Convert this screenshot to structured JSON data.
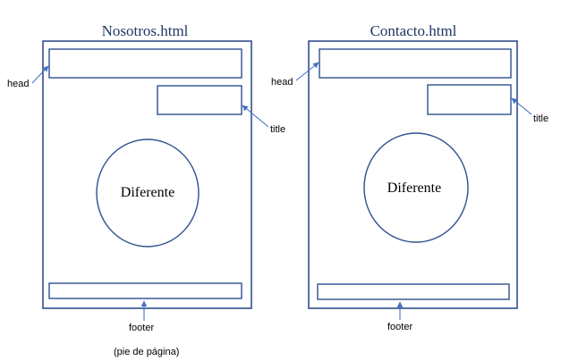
{
  "colors": {
    "frame": "#2f4f8f",
    "arrow": "#4472c4",
    "title_text": "#1f3864"
  },
  "pages": [
    {
      "title": "Nosotros.html",
      "center_label": "Diferente",
      "callouts": {
        "head": "head",
        "title": "title",
        "footer": "footer"
      },
      "footer_note": "(pie de página)"
    },
    {
      "title": "Contacto.html",
      "center_label": "Diferente",
      "callouts": {
        "head": "head",
        "title": "title",
        "footer": "footer"
      }
    }
  ]
}
